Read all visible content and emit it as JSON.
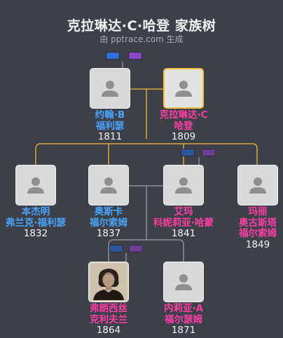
{
  "header": {
    "title": "克拉琳达·C·哈登 家族树",
    "subtitle": "由 pptrace.com 生成"
  },
  "colors": {
    "male": "#4aa3ff",
    "female": "#ff3ea6",
    "focus_border": "#f2c23a",
    "link": "#d9a93a",
    "link_gray": "#8c8f96"
  },
  "people": {
    "john": {
      "line1": "约翰·B",
      "line2": "福利瑟",
      "year": "1811",
      "sex": "male",
      "icon": "person-silhouette-icon"
    },
    "clarinda": {
      "line1": "克拉琳达·C",
      "line2": "哈登",
      "year": "1809",
      "sex": "female",
      "icon": "person-silhouette-icon"
    },
    "benjamin": {
      "line1": "本杰明",
      "line2": "弗兰克·福利瑟",
      "year": "1832",
      "sex": "male",
      "icon": "person-silhouette-icon"
    },
    "oscar": {
      "line1": "奥斯卡",
      "line2": "福尔索姆",
      "year": "1837",
      "sex": "male",
      "icon": "person-silhouette-icon"
    },
    "emma": {
      "line1": "艾玛",
      "line2": "科妮莉亚·哈蒙",
      "year": "1841",
      "sex": "female",
      "icon": "person-silhouette-icon"
    },
    "mary": {
      "line1": "玛丽",
      "line2": "奥古斯塔",
      "line3": "福尔索姆",
      "year": "1849",
      "sex": "female",
      "icon": "person-silhouette-icon"
    },
    "frances": {
      "line1": "弗朗西丝",
      "line2": "克利夫兰",
      "year": "1864",
      "sex": "female",
      "icon": "portrait-photo-icon"
    },
    "nellie": {
      "line1": "内莉亚·A",
      "line2": "福尔瑟姆",
      "year": "1871",
      "sex": "female",
      "icon": "person-silhouette-icon"
    }
  }
}
